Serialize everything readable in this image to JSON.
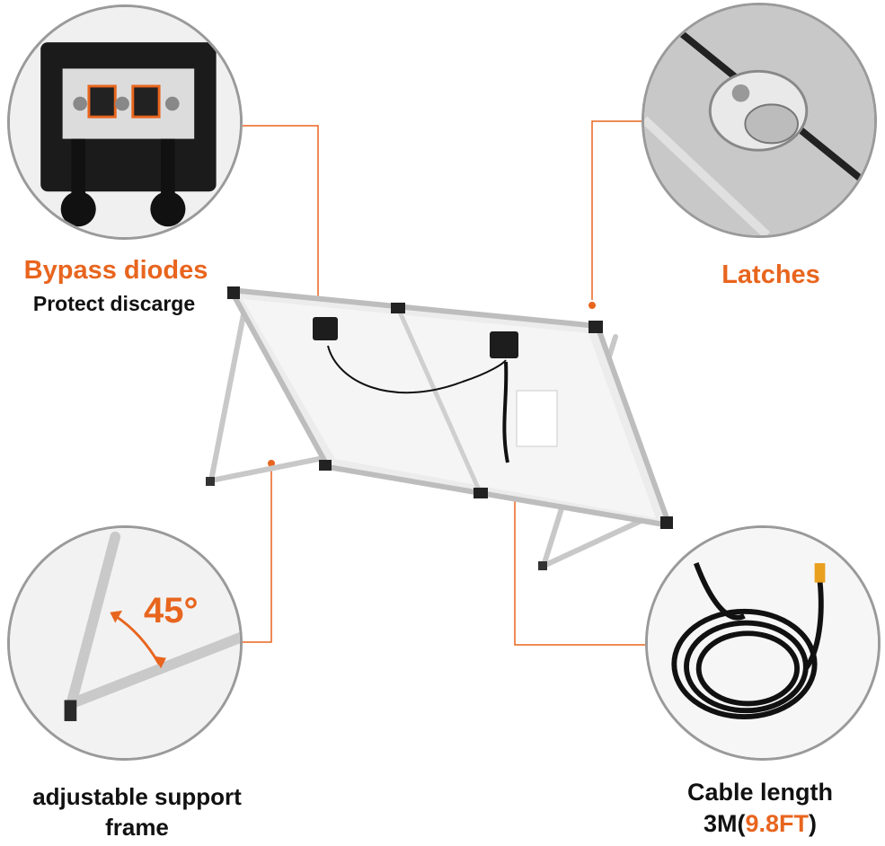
{
  "callouts": {
    "bypass": {
      "title": "Bypass diodes",
      "subtitle": "Protect discarge"
    },
    "latches": {
      "title": "Latches"
    },
    "support": {
      "angle": "45°",
      "line1": "adjustable support",
      "line2": "frame"
    },
    "cable": {
      "line1": "Cable length",
      "prefix": "3M(",
      "highlight": "9.8FT",
      "suffix": ")"
    }
  },
  "colors": {
    "accent": "#e8651e",
    "text": "#111111",
    "border": "#9a9a9a"
  }
}
